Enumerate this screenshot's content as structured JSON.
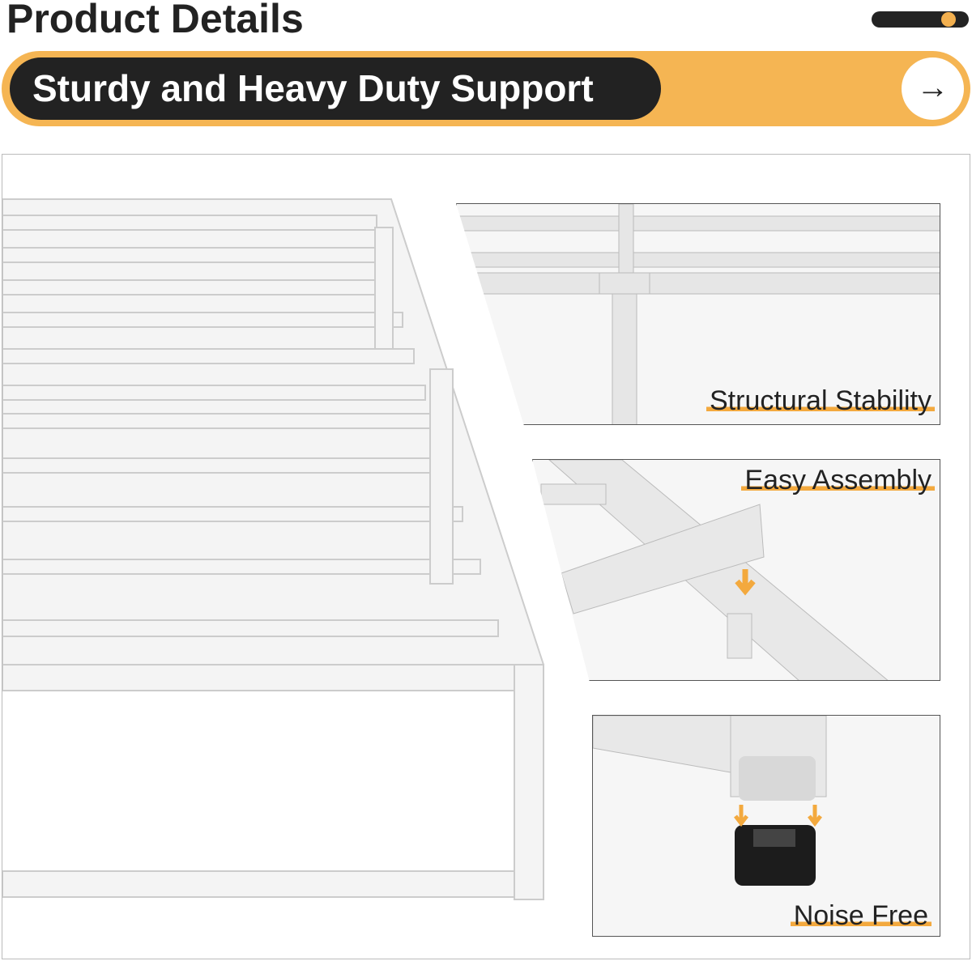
{
  "header": {
    "title": "Product Details"
  },
  "banner": {
    "label": "Sturdy and Heavy Duty Support",
    "arrow_icon": "arrow-right-icon"
  },
  "carousel": {
    "position": 0.85
  },
  "features": [
    {
      "label": "Structural Stability"
    },
    {
      "label": "Easy Assembly"
    },
    {
      "label": "Noise Free"
    }
  ],
  "colors": {
    "accent": "#f5b553",
    "dark": "#222222"
  }
}
